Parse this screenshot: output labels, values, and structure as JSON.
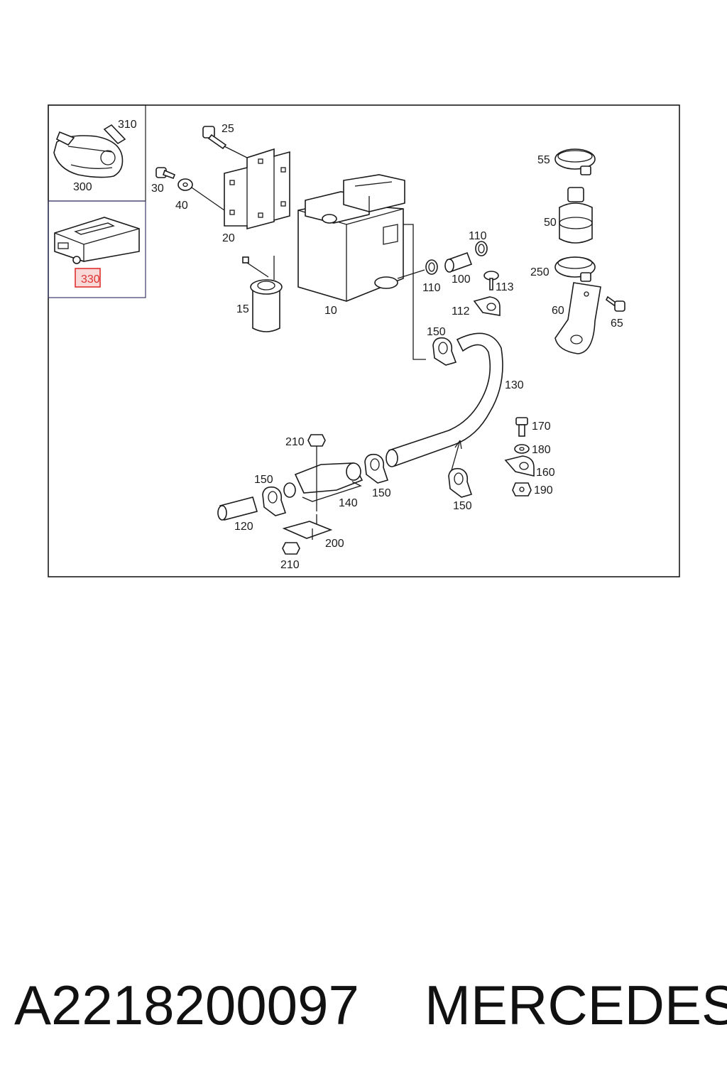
{
  "diagram": {
    "labels": {
      "p310": "310",
      "p300": "300",
      "p330": "330",
      "p25": "25",
      "p30": "30",
      "p40": "40",
      "p20": "20",
      "p15": "15",
      "p10": "10",
      "p55": "55",
      "p50": "50",
      "p250": "250",
      "p60": "60",
      "p65": "65",
      "p110a": "110",
      "p110b": "110",
      "p100": "100",
      "p113": "113",
      "p112": "112",
      "p150a": "150",
      "p130": "130",
      "p170": "170",
      "p180": "180",
      "p160": "160",
      "p190": "190",
      "p210a": "210",
      "p150b": "150",
      "p150c": "150",
      "p150d": "150",
      "p140": "140",
      "p120": "120",
      "p200": "200",
      "p210b": "210"
    },
    "highlight_color": "#e03030"
  },
  "footer": {
    "part_number": "A2218200097",
    "brand": "MERCEDES"
  }
}
